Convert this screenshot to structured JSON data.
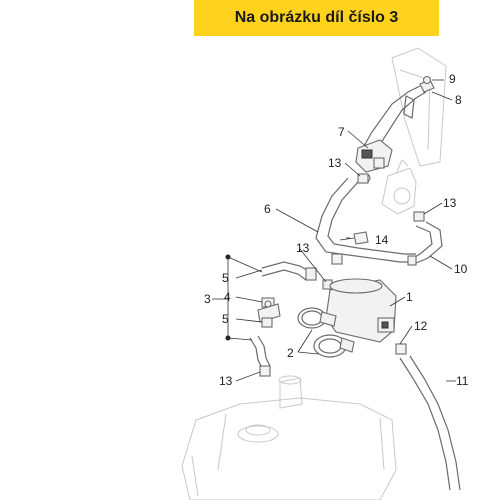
{
  "banner": {
    "text": "Na obrázku díl číslo 3",
    "color": "#ffd21e"
  },
  "callouts": {
    "n1": "1",
    "n2": "2",
    "n3": "3",
    "n4": "4",
    "n5a": "5",
    "n5b": "5",
    "n6": "6",
    "n7": "7",
    "n8": "8",
    "n9": "9",
    "n10": "10",
    "n11": "11",
    "n12": "12",
    "n13a": "13",
    "n13b": "13",
    "n13c": "13",
    "n13d": "13",
    "n14": "14"
  }
}
